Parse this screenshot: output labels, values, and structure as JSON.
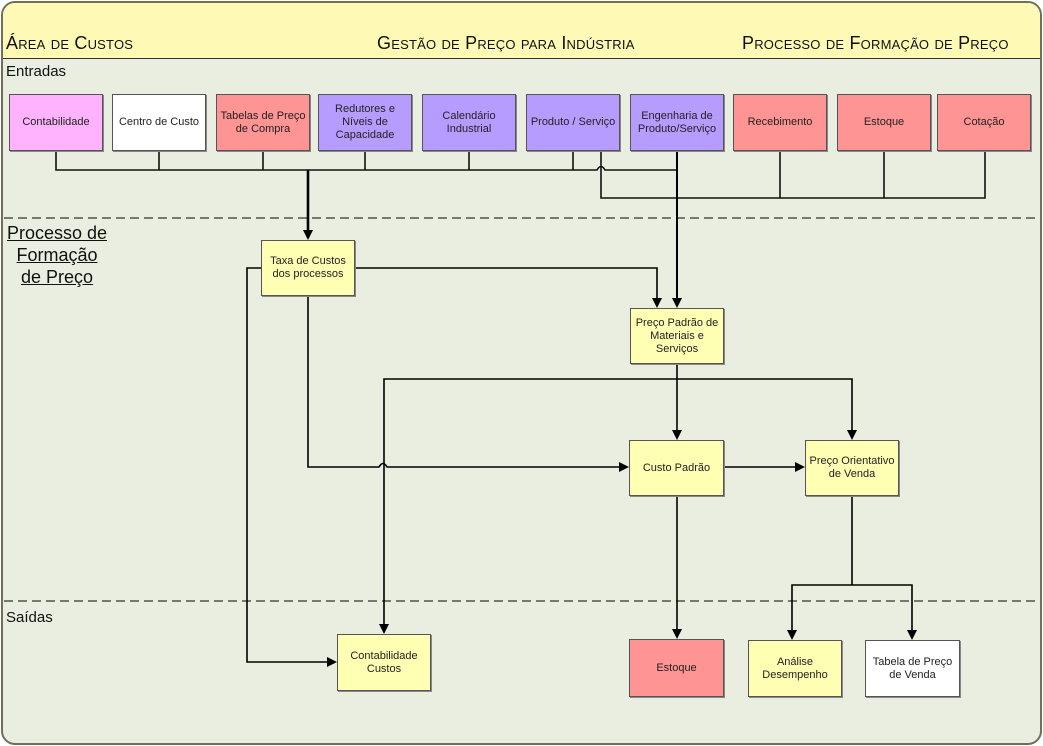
{
  "header": {
    "left_title": "Área de Custos",
    "center_title": "Gestão de Preço para Indústria",
    "right_title": "Processo de Formação de Preço"
  },
  "lanes": {
    "inputs": "Entradas",
    "process_title_lines": [
      "Processo de",
      "Formação",
      "de Preço"
    ],
    "outputs": "Saídas"
  },
  "inputs": [
    {
      "id": "contabilidade",
      "label": "Contabilidade",
      "color": "#ffb3ff"
    },
    {
      "id": "centro-de-custo",
      "label": "Centro de Custo",
      "color": "#ffffff"
    },
    {
      "id": "tabelas-preco-compra",
      "label": "Tabelas de Preço de Compra",
      "color": "#ff9494"
    },
    {
      "id": "redutores",
      "label": "Redutores e Níveis de Capacidade",
      "color": "#b79cff"
    },
    {
      "id": "calendario",
      "label": "Calendário Industrial",
      "color": "#b79cff"
    },
    {
      "id": "produto-servico",
      "label": "Produto / Serviço",
      "color": "#b79cff"
    },
    {
      "id": "engenharia",
      "label": "Engenharia de Produto/Serviço",
      "color": "#b79cff"
    },
    {
      "id": "recebimento",
      "label": "Recebimento",
      "color": "#ff9494"
    },
    {
      "id": "estoque-in",
      "label": "Estoque",
      "color": "#ff9494"
    },
    {
      "id": "cotacao",
      "label": "Cotação",
      "color": "#ff9494"
    }
  ],
  "process": {
    "taxa": "Taxa de Custos dos processos",
    "preco_padrao": "Preço Padrão de Materiais e Serviços",
    "custo_padrao": "Custo Padrão",
    "preco_orientativo": "Preço Orientativo de Venda"
  },
  "outputs": {
    "contabilidade_custos": "Contabilidade Custos",
    "estoque": "Estoque",
    "analise": "Análise Desempenho",
    "tabela_venda": "Tabela de Preço de Venda"
  },
  "colors": {
    "header_bg": "#fef9b5",
    "canvas_bg": "#eaeee0",
    "process_box": "#ffffb4",
    "red_box": "#ff9494",
    "purple_box": "#b79cff",
    "pink_box": "#ffb3ff"
  }
}
